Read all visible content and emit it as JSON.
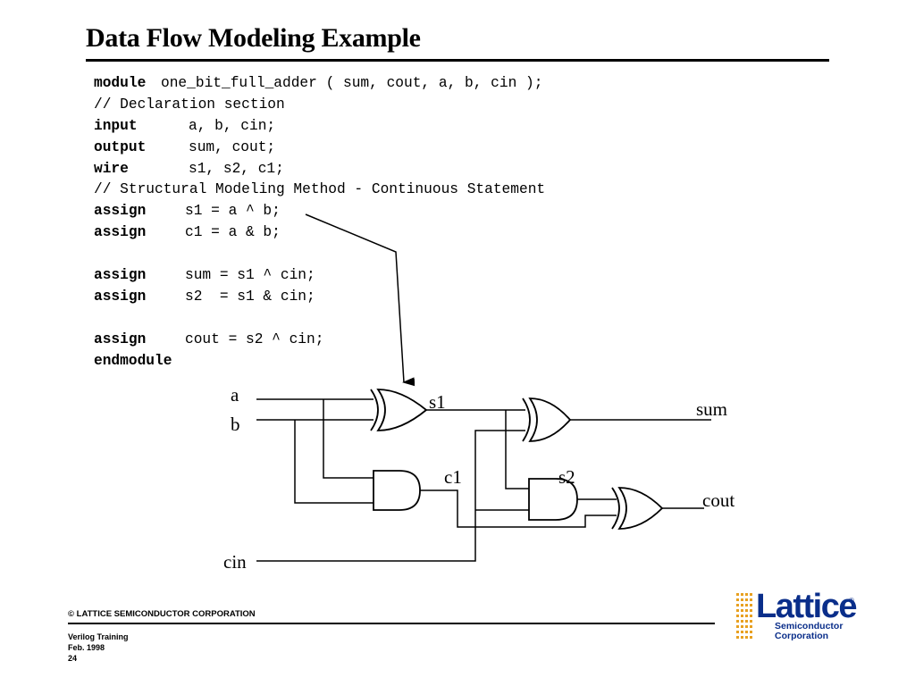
{
  "slide": {
    "title": "Data Flow Modeling Example"
  },
  "code": {
    "lines": [
      {
        "kw": "module",
        "text": "one_bit_full_adder ( sum, cout, a, b, cin );"
      },
      {
        "kw": "",
        "text": "// Declaration section"
      },
      {
        "kw": "input",
        "text": "a, b, cin;"
      },
      {
        "kw": "output",
        "text": "sum, cout;"
      },
      {
        "kw": "wire",
        "text": "s1, s2, c1;"
      },
      {
        "kw": "",
        "text": "// Structural Modeling Method - Continuous Statement"
      },
      {
        "kw": "assign",
        "text": "s1 = a ^ b;"
      },
      {
        "kw": "assign",
        "text": "c1 = a & b;"
      },
      {
        "kw": "",
        "text": ""
      },
      {
        "kw": "assign",
        "text": "sum = s1 ^ cin;"
      },
      {
        "kw": "assign",
        "text": "s2  = s1 & cin;"
      },
      {
        "kw": "",
        "text": ""
      },
      {
        "kw": "assign",
        "text": "cout = s2 ^ cin;"
      },
      {
        "kw": "endmodule",
        "text": ""
      }
    ]
  },
  "diagram": {
    "signals": {
      "a": "a",
      "b": "b",
      "cin": "cin",
      "s1": "s1",
      "c1": "c1",
      "s2": "s2",
      "sum": "sum",
      "cout": "cout"
    },
    "gates": [
      "xor",
      "and",
      "xor",
      "and",
      "xor"
    ]
  },
  "footer": {
    "copyright": "© LATTICE SEMICONDUCTOR CORPORATION",
    "course": "Verilog Training",
    "date": "Feb.  1998",
    "page": "24"
  },
  "logo": {
    "word": "Lattice",
    "sub_line1": "Semiconductor",
    "sub_line2": "Corporation",
    "reg": "®",
    "color": "#0a2e8a",
    "accent": "#e8a020"
  }
}
